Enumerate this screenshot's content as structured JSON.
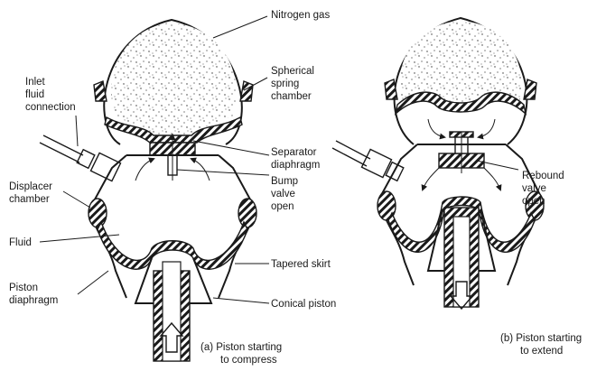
{
  "labels": {
    "nitrogen_gas": "Nitrogen gas",
    "spherical_spring_chamber": [
      "Spherical",
      "spring",
      "chamber"
    ],
    "inlet_fluid_connection": [
      "Inlet",
      "fluid",
      "connection"
    ],
    "separator_diaphragm": [
      "Separator",
      "diaphragm"
    ],
    "bump_valve_open": [
      "Bump",
      "valve",
      "open"
    ],
    "displacer_chamber": [
      "Displacer",
      "chamber"
    ],
    "fluid": "Fluid",
    "tapered_skirt": "Tapered skirt",
    "piston_diaphragm": [
      "Piston",
      "diaphragm"
    ],
    "conical_piston": "Conical piston",
    "rebound_valve_open": [
      "Rebound",
      "valve",
      "open"
    ]
  },
  "captions": {
    "a": [
      "(a)  Piston starting",
      "to compress"
    ],
    "b": [
      "(b)  Piston starting",
      "to extend"
    ]
  },
  "colors": {
    "ink": "#1a1a1a",
    "background": "#ffffff"
  }
}
